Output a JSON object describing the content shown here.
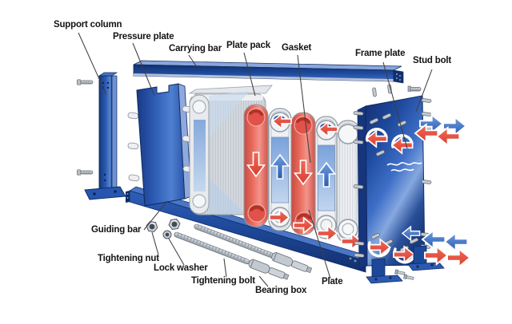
{
  "diagram": {
    "subject": "plate-heat-exchanger-exploded-view",
    "labels": {
      "support_column": "Support column",
      "pressure_plate": "Pressure plate",
      "carrying_bar": "Carrying bar",
      "plate_pack": "Plate pack",
      "gasket": "Gasket",
      "frame_plate": "Frame plate",
      "stud_bolt": "Stud bolt",
      "guiding_bar": "Guiding bar",
      "tightening_nut": "Tightening nut",
      "lock_washer": "Lock washer",
      "tightening_bolt": "Tightening bolt",
      "bearing_box": "Bearing box",
      "plate": "Plate"
    },
    "colors": {
      "hot_flow_red": "#e8473c",
      "cold_flow_blue": "#3a7cd0",
      "frame_blue": "#1e4ea8",
      "plate_gray": "#d9dde2",
      "background": "#ffffff",
      "label_text": "#141414"
    }
  }
}
